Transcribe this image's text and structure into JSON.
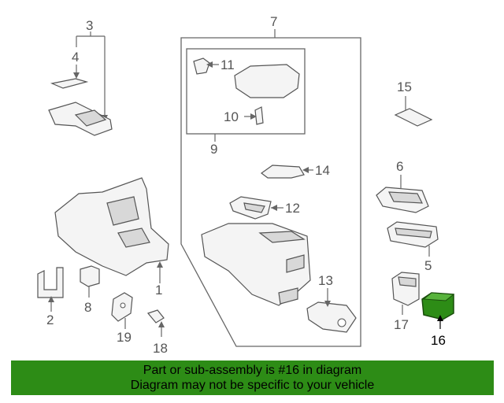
{
  "diagram": {
    "highlight_color": "#2d8c16",
    "selected_part": "16",
    "callouts": {
      "c1": "1",
      "c2": "2",
      "c3": "3",
      "c4": "4",
      "c5": "5",
      "c6": "6",
      "c7": "7",
      "c8": "8",
      "c9": "9",
      "c10": "10",
      "c11": "11",
      "c12": "12",
      "c13": "13",
      "c14": "14",
      "c15": "15",
      "c16": "16",
      "c17": "17",
      "c18": "18",
      "c19": "19"
    }
  },
  "banner": {
    "line1": "Part or sub-assembly is #16 in diagram",
    "line2": "Diagram may not be specific to your vehicle"
  }
}
